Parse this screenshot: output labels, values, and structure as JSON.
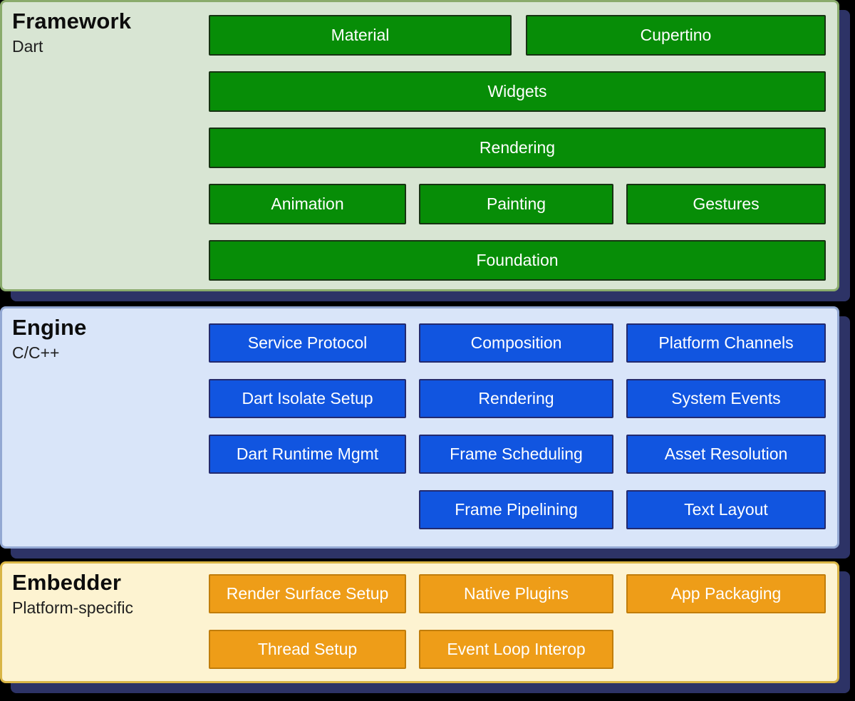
{
  "diagram": {
    "description": "Flutter architecture layer diagram",
    "colors": {
      "page_background": "#000000",
      "panel_shadow": "#2d3366",
      "box_text": "#ffffff",
      "title_text": "#0d0d0d",
      "framework_panel_bg": "#d8e5d3",
      "framework_panel_border": "#8aab6c",
      "framework_box_bg": "#078d07",
      "framework_box_border": "#163312",
      "engine_panel_bg": "#d9e5f9",
      "engine_panel_border": "#93a8d3",
      "engine_box_bg": "#1155e0",
      "engine_box_border": "#232a6e",
      "embedder_panel_bg": "#fdf3d1",
      "embedder_panel_border": "#d9b546",
      "embedder_box_bg": "#ee9d18",
      "embedder_box_border": "#c17d0b"
    }
  },
  "framework": {
    "title": "Framework",
    "subtitle": "Dart",
    "row1": [
      "Material",
      "Cupertino"
    ],
    "row2": "Widgets",
    "row3": "Rendering",
    "row4": [
      "Animation",
      "Painting",
      "Gestures"
    ],
    "row5": "Foundation"
  },
  "engine": {
    "title": "Engine",
    "subtitle": "C/C++",
    "grid": [
      [
        "Service Protocol",
        "Composition",
        "Platform Channels"
      ],
      [
        "Dart Isolate Setup",
        "Rendering",
        "System Events"
      ],
      [
        "Dart Runtime Mgmt",
        "Frame Scheduling",
        "Asset Resolution"
      ],
      [
        "",
        "Frame Pipelining",
        "Text Layout"
      ]
    ]
  },
  "embedder": {
    "title": "Embedder",
    "subtitle": "Platform-specific",
    "grid": [
      [
        "Render Surface Setup",
        "Native Plugins",
        "App Packaging"
      ],
      [
        "Thread Setup",
        "Event Loop Interop"
      ]
    ]
  }
}
